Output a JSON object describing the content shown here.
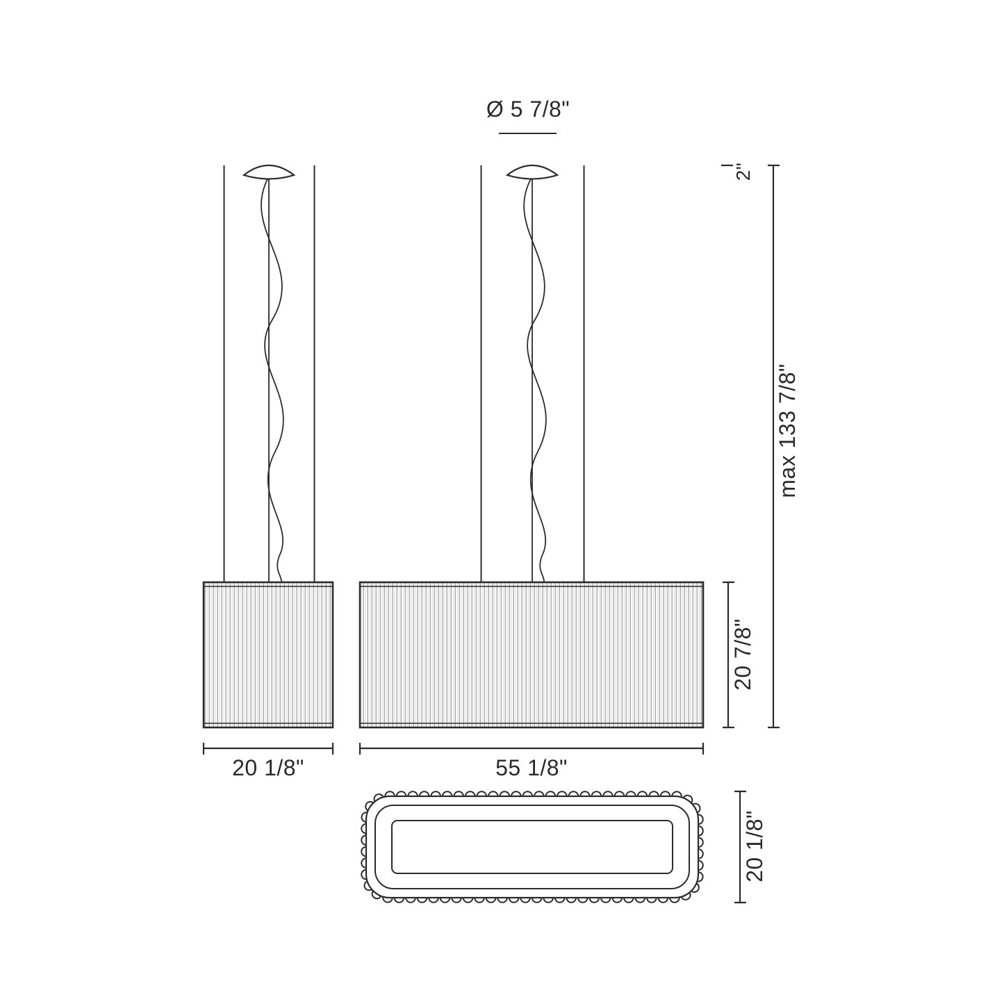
{
  "diagram": {
    "labels": {
      "canopy_diameter": "Ø 5 7/8\"",
      "canopy_height": "2\"",
      "max_overall_height": "max 133 7/8\"",
      "shade_height": "20 7/8\"",
      "small_shade_width": "20 1/8\"",
      "large_shade_width": "55 1/8\"",
      "top_view_depth": "20 1/8\""
    },
    "line_color": "#2b2b2b",
    "background": "#ffffff"
  }
}
